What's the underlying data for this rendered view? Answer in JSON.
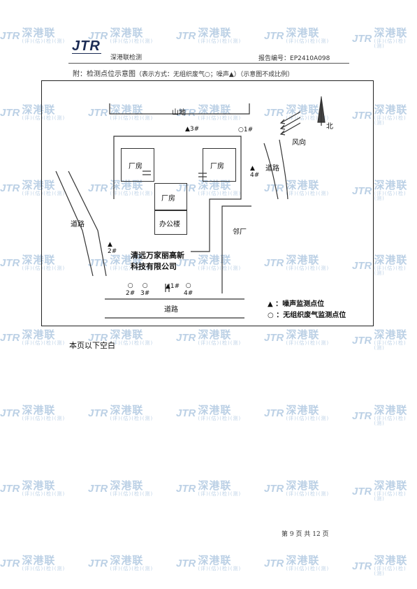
{
  "header": {
    "logo_text": "JTR",
    "company": "深港联检测",
    "report_no_label": "报告编号：",
    "report_no": "EP2410A098"
  },
  "figure": {
    "caption_prefix": "附：检测点位示意图",
    "caption_legend": "（表示方式：无组织废气○；噪声▲）",
    "caption_scale": "（示意图不成比例）"
  },
  "map": {
    "mountain": "山地",
    "north": "北",
    "wind": "风向",
    "road_left": "道路",
    "road_right": "道路",
    "road_bottom": "道路",
    "neighbor_factory": "邻厂",
    "factory_1": "厂房",
    "factory_2": "厂房",
    "factory_3": "厂房",
    "office": "办公楼",
    "company_line1": "清远万家丽高新",
    "company_line2": "科技有限公司",
    "noise_points": [
      "1#",
      "2#",
      "3#",
      "4#"
    ],
    "gas_points": [
      "1#",
      "2#",
      "3#",
      "4#"
    ]
  },
  "legend": {
    "noise": "噪声监测点位",
    "gas": "无组织废气监测点位"
  },
  "body": {
    "blank_note": "本页以下空白"
  },
  "footer": {
    "page_prefix": "第",
    "page_no": "9",
    "page_mid": "页 共",
    "page_total": "12",
    "page_suffix": "页"
  },
  "watermark": {
    "logo": "JTR",
    "name": "深港联",
    "sub": "(评)(估)(检)(测)"
  }
}
